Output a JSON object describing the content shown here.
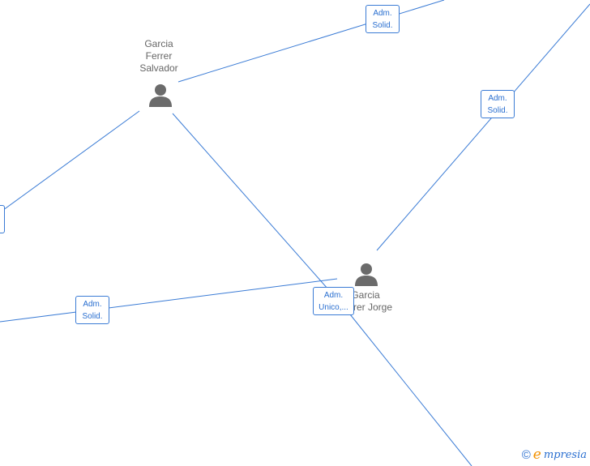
{
  "persons": [
    {
      "id": "p1",
      "name": "Garcia\nFerrer\nSalvador"
    },
    {
      "id": "p2",
      "name": "Garcia\nFerrer Jorge"
    }
  ],
  "roles": [
    {
      "id": "r1",
      "label": "Adm.\nSolid."
    },
    {
      "id": "r2",
      "label": "Adm.\nSolid."
    },
    {
      "id": "r3",
      "label": ""
    },
    {
      "id": "r4",
      "label": "Adm.\nSolid."
    },
    {
      "id": "r5",
      "label": "Adm.\nUnico,..."
    }
  ],
  "brand": {
    "copyright": "©",
    "initial": "e",
    "rest": "mpresia"
  },
  "colors": {
    "edge": "#3a7bd5",
    "label_text": "#2a6fd0",
    "person": "#6b6b6b",
    "brand_accent": "#f29100"
  }
}
